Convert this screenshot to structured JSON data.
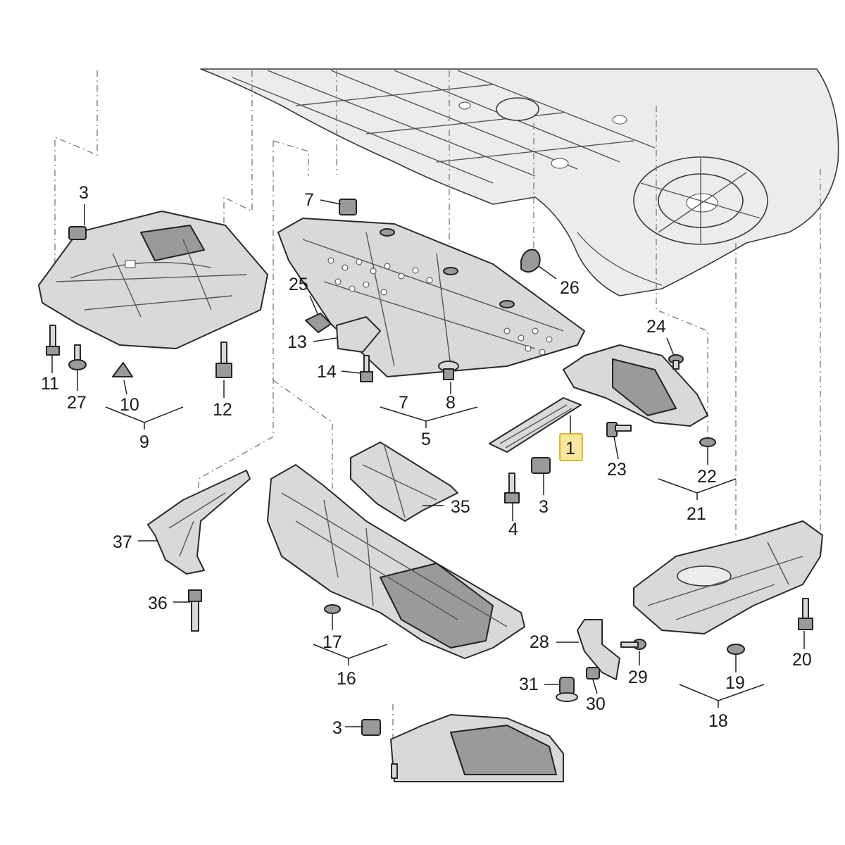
{
  "diagram": {
    "highlighted_label": "1",
    "labels": {
      "l1": "1",
      "l3a": "3",
      "l3b": "3",
      "l3c": "3",
      "l4": "4",
      "l5": "5",
      "l7a": "7",
      "l7b": "7",
      "l8": "8",
      "l9": "9",
      "l10": "10",
      "l11": "11",
      "l12": "12",
      "l13": "13",
      "l14": "14",
      "l16": "16",
      "l17": "17",
      "l18": "18",
      "l19": "19",
      "l20": "20",
      "l21": "21",
      "l22": "22",
      "l23": "23",
      "l24": "24",
      "l25": "25",
      "l26": "26",
      "l27": "27",
      "l28": "28",
      "l29": "29",
      "l30": "30",
      "l31": "31",
      "l35": "35",
      "l36": "36",
      "l37": "37"
    }
  }
}
